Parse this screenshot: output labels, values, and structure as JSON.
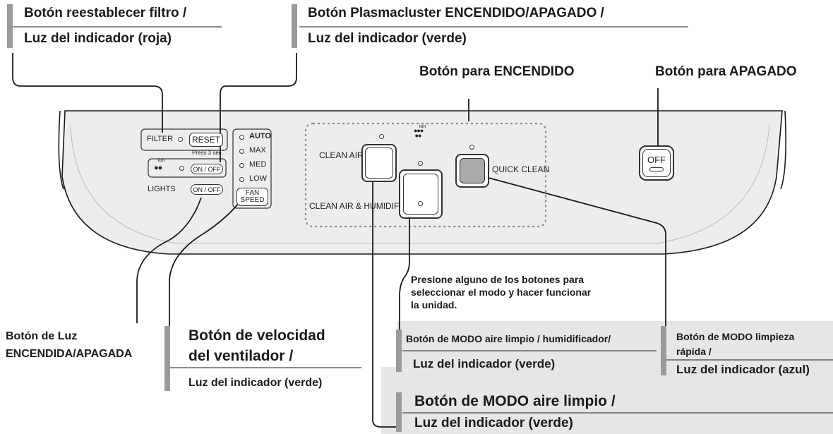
{
  "labels": {
    "filter_reset": "Botón reestablecer filtro /",
    "filter_indicator": "Luz del indicador (roja)",
    "plasma": "Botón Plasmacluster ENCENDIDO/APAGADO /",
    "plasma_indicator": "Luz del indicador (verde)",
    "power_on": "Botón para ENCENDIDO",
    "power_off": "Botón para APAGADO",
    "light_line1": "Botón de Luz",
    "light_line2": "ENCENDIDA/APAGADA",
    "fan_line1": "Botón de velocidad",
    "fan_line2": "del ventilador /",
    "fan_indicator": "Luz del indicador (verde)",
    "instruction_line1": "Presione alguno de los botones para",
    "instruction_line2": "seleccionar el modo y hacer funcionar",
    "instruction_line3": "la unidad.",
    "humidify_mode": "Botón de MODO aire limpio / humidificador/",
    "humidify_indicator": "Luz del indicador (verde)",
    "quick_line1": "Botón de MODO limpieza",
    "quick_line2": "rápida /",
    "quick_indicator": "Luz del indicador (azul)",
    "clean_mode": "Botón de MODO aire limpio /",
    "clean_indicator": "Luz del indicador (verde)"
  },
  "panel": {
    "filter": "FILTER",
    "reset": "RESET",
    "press3": "Press 3 sec.",
    "ion": "ion",
    "onoff": "ON / OFF",
    "lights": "LIGHTS",
    "auto": "AUTO",
    "max": "MAX",
    "med": "MED",
    "low": "LOW",
    "fan": "FAN",
    "speed": "SPEED",
    "clean_air": "CLEAN AIR",
    "clean_air_humidify": "CLEAN AIR & HUMIDIFY",
    "quick_clean": "QUICK CLEAN",
    "off": "OFF"
  },
  "colors": {
    "panel_bg": "#ececec",
    "callout_bg": "#e6e6e6",
    "accent_bar": "#9a9a9a",
    "line": "#1a1a1a"
  }
}
